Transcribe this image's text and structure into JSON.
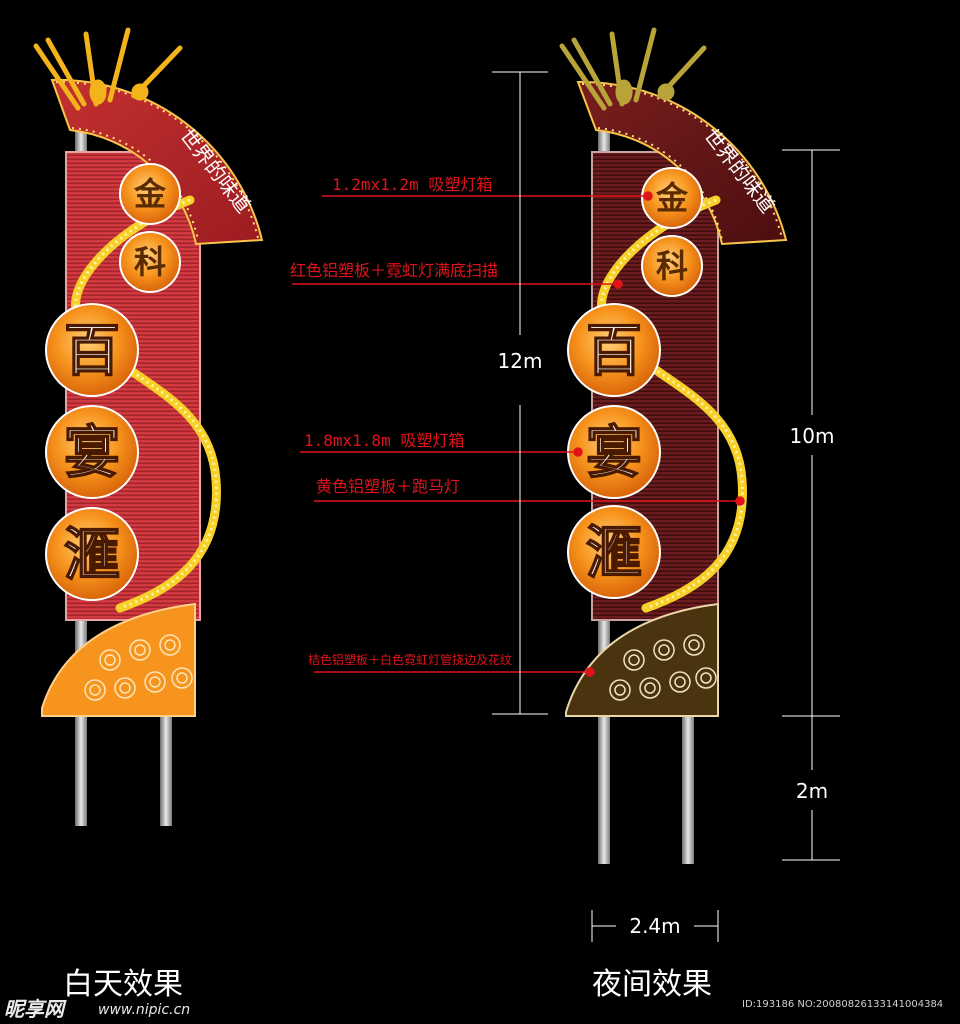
{
  "sign": {
    "arc_text": "世界的味道",
    "top_chars": [
      "金",
      "科"
    ],
    "big_chars": [
      "百",
      "宴",
      "滙"
    ]
  },
  "captions": {
    "day": "白天效果",
    "night": "夜间效果"
  },
  "annotations": [
    "1.2mx1.2m 吸塑灯箱",
    "红色铝塑板＋霓虹灯满底扫描",
    "1.8mx1.8m 吸塑灯箱",
    "黄色铝塑板＋跑马灯",
    "桔色铝塑板＋白色霓虹灯管挠边及花纹"
  ],
  "dimensions": {
    "total_height": "12m",
    "box_height": "10m",
    "pole_height": "2m",
    "width": "2.4m"
  },
  "watermark": {
    "logo": "昵享网",
    "site": "www.nipic.cn",
    "id": "ID:193186 NO:20080826133141004384"
  },
  "colors": {
    "annotation_red": "#e0131b",
    "day_panel": "#c9333a",
    "night_panel": "#5a1416",
    "disc": "#f7941d",
    "dim_white": "#ffffff"
  }
}
